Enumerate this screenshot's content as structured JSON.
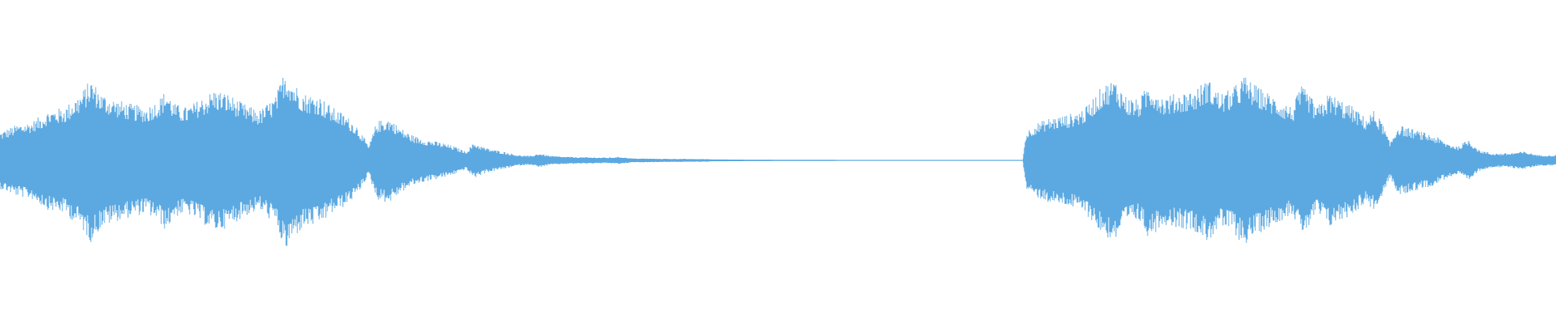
{
  "waveform": {
    "color": "#5ca9e2",
    "background": "#ffffff",
    "envelope": [
      [
        0,
        0.16
      ],
      [
        20,
        0.2
      ],
      [
        40,
        0.22
      ],
      [
        60,
        0.28
      ],
      [
        80,
        0.3
      ],
      [
        100,
        0.38
      ],
      [
        112,
        0.46
      ],
      [
        125,
        0.38
      ],
      [
        145,
        0.34
      ],
      [
        160,
        0.32
      ],
      [
        180,
        0.3
      ],
      [
        195,
        0.34
      ],
      [
        205,
        0.4
      ],
      [
        215,
        0.32
      ],
      [
        230,
        0.3
      ],
      [
        245,
        0.34
      ],
      [
        265,
        0.4
      ],
      [
        280,
        0.38
      ],
      [
        300,
        0.32
      ],
      [
        320,
        0.28
      ],
      [
        340,
        0.36
      ],
      [
        352,
        0.52
      ],
      [
        362,
        0.44
      ],
      [
        375,
        0.38
      ],
      [
        395,
        0.36
      ],
      [
        410,
        0.3
      ],
      [
        425,
        0.26
      ],
      [
        440,
        0.2
      ],
      [
        455,
        0.08
      ],
      [
        465,
        0.22
      ],
      [
        480,
        0.24
      ],
      [
        495,
        0.18
      ],
      [
        510,
        0.14
      ],
      [
        525,
        0.12
      ],
      [
        545,
        0.1
      ],
      [
        560,
        0.08
      ],
      [
        575,
        0.05
      ],
      [
        585,
        0.1
      ],
      [
        600,
        0.07
      ],
      [
        620,
        0.05
      ],
      [
        640,
        0.03
      ],
      [
        655,
        0.025
      ],
      [
        665,
        0.04
      ],
      [
        680,
        0.025
      ],
      [
        700,
        0.02
      ],
      [
        720,
        0.018
      ],
      [
        750,
        0.016
      ],
      [
        765,
        0.02
      ],
      [
        780,
        0.012
      ],
      [
        810,
        0.01
      ],
      [
        860,
        0.008
      ],
      [
        920,
        0.006
      ],
      [
        980,
        0.005
      ],
      [
        1040,
        0.004
      ],
      [
        1100,
        0.004
      ],
      [
        1160,
        0.004
      ],
      [
        1230,
        0.004
      ],
      [
        1262,
        0.004
      ],
      [
        1266,
        0.16
      ],
      [
        1275,
        0.2
      ],
      [
        1295,
        0.24
      ],
      [
        1320,
        0.26
      ],
      [
        1340,
        0.3
      ],
      [
        1360,
        0.42
      ],
      [
        1375,
        0.46
      ],
      [
        1390,
        0.36
      ],
      [
        1405,
        0.34
      ],
      [
        1418,
        0.44
      ],
      [
        1435,
        0.36
      ],
      [
        1455,
        0.38
      ],
      [
        1475,
        0.4
      ],
      [
        1490,
        0.46
      ],
      [
        1505,
        0.38
      ],
      [
        1520,
        0.4
      ],
      [
        1535,
        0.48
      ],
      [
        1550,
        0.42
      ],
      [
        1565,
        0.38
      ],
      [
        1580,
        0.34
      ],
      [
        1595,
        0.3
      ],
      [
        1605,
        0.42
      ],
      [
        1615,
        0.38
      ],
      [
        1625,
        0.3
      ],
      [
        1640,
        0.38
      ],
      [
        1655,
        0.34
      ],
      [
        1670,
        0.3
      ],
      [
        1685,
        0.24
      ],
      [
        1695,
        0.28
      ],
      [
        1705,
        0.22
      ],
      [
        1715,
        0.1
      ],
      [
        1725,
        0.2
      ],
      [
        1740,
        0.18
      ],
      [
        1755,
        0.16
      ],
      [
        1770,
        0.14
      ],
      [
        1785,
        0.1
      ],
      [
        1800,
        0.08
      ],
      [
        1812,
        0.12
      ],
      [
        1825,
        0.06
      ],
      [
        1840,
        0.04
      ],
      [
        1860,
        0.04
      ],
      [
        1880,
        0.05
      ],
      [
        1900,
        0.03
      ],
      [
        1920,
        0.03
      ]
    ]
  }
}
